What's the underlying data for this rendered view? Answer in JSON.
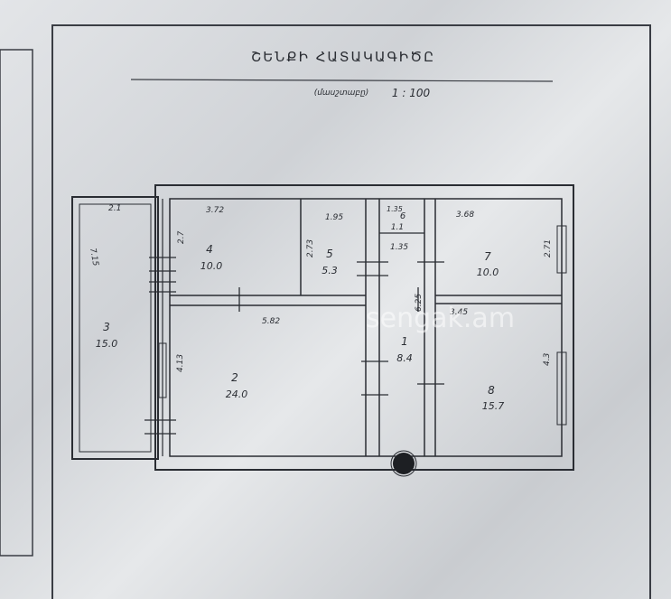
{
  "header": {
    "title": "ՇԵՆՔԻ ՀԱՏԱԿԱԳԻԾԸ",
    "scale_label": "(մասշտաբը)",
    "scale_value": "1 : 100"
  },
  "rooms": [
    {
      "number": "1",
      "area": "8.4"
    },
    {
      "number": "2",
      "area": "24.0"
    },
    {
      "number": "3",
      "area": "15.0"
    },
    {
      "number": "4",
      "area": "10.0"
    },
    {
      "number": "5",
      "area": "5.3"
    },
    {
      "number": "6",
      "area": "1.1"
    },
    {
      "number": "7",
      "area": "10.0"
    },
    {
      "number": "8",
      "area": "15.7"
    }
  ],
  "dimensions": {
    "room3_width": "2.1",
    "room3_length": "7.15",
    "room4_width": "3.72",
    "room4_depth": "2.7",
    "room5_width": "1.95",
    "room5_depth": "2.73",
    "room6_width": "1.35",
    "corridor_width": "1.35",
    "corridor_length": "6.25",
    "room7_width": "3.68",
    "room7_depth": "2.71",
    "room2_width": "5.82",
    "room2_depth": "4.13",
    "room8_width": "3.45",
    "room8_depth": "4.3"
  },
  "watermark": "sengak.am"
}
